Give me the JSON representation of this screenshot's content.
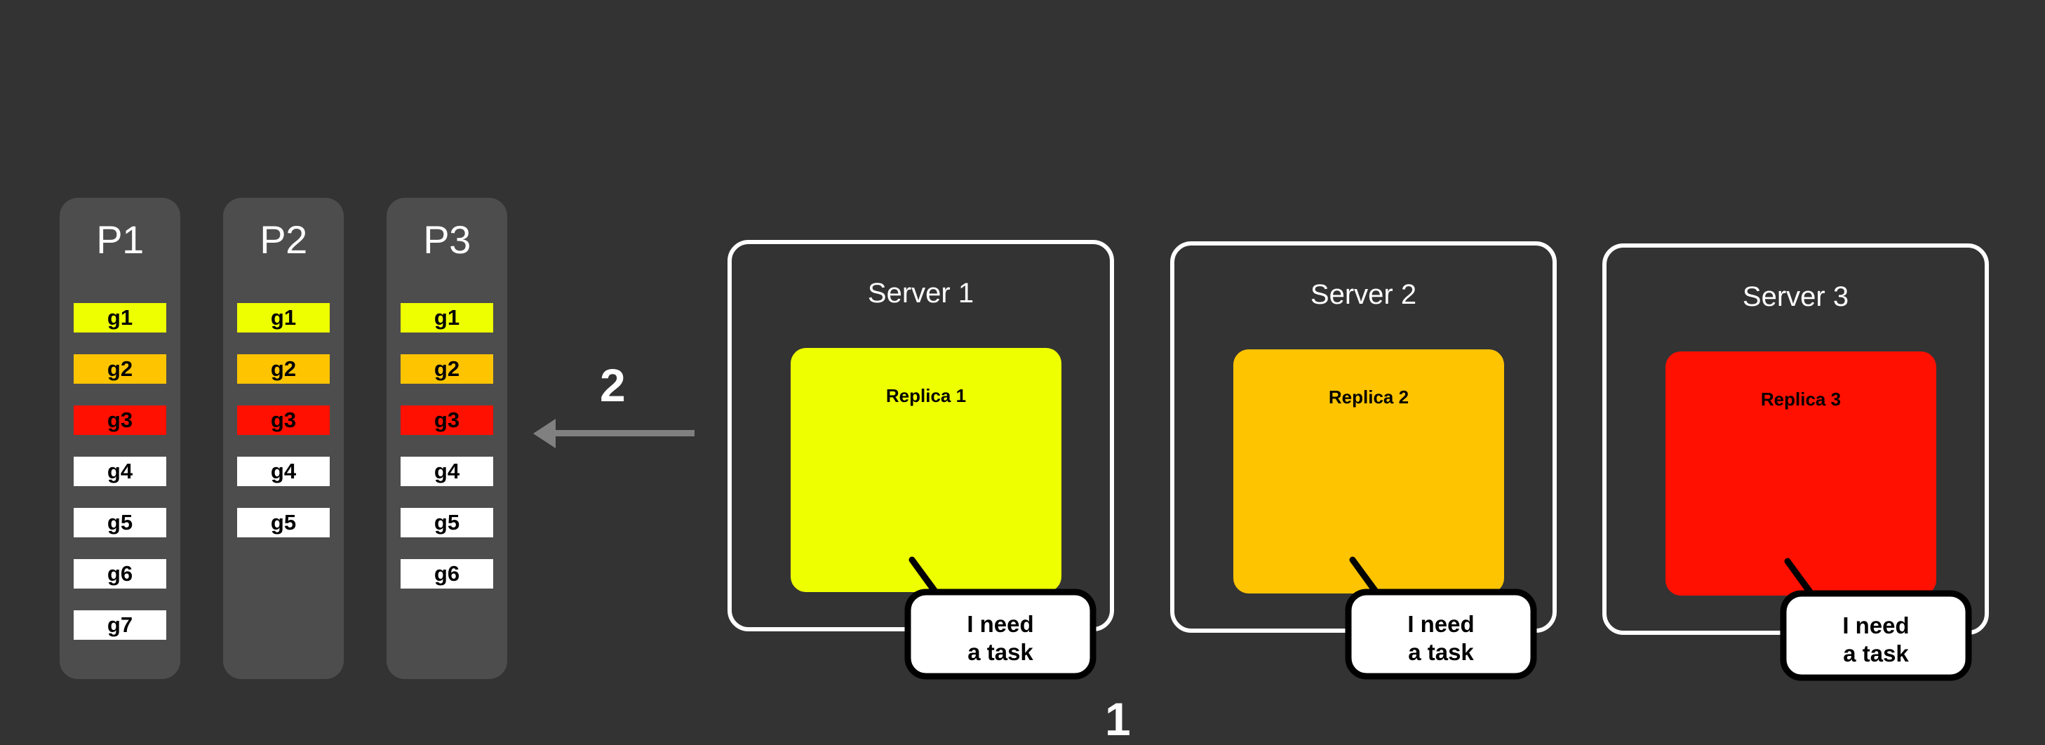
{
  "background_color": "#333333",
  "palette": {
    "column_bg": "#4D4D4D",
    "g1": "#EEFF00",
    "g2": "#FFC400",
    "g3": "#FF1000",
    "default_cell": "#FFFFFF",
    "arrow": "#808080",
    "server_border": "#FFFFFF",
    "text_light": "#FFFFFF",
    "text_dark": "#000000"
  },
  "partitions": [
    {
      "title": "P1",
      "groups": [
        {
          "label": "g1",
          "color": "#EEFF00"
        },
        {
          "label": "g2",
          "color": "#FFC400"
        },
        {
          "label": "g3",
          "color": "#FF1000"
        },
        {
          "label": "g4",
          "color": "#FFFFFF"
        },
        {
          "label": "g5",
          "color": "#FFFFFF"
        },
        {
          "label": "g6",
          "color": "#FFFFFF"
        },
        {
          "label": "g7",
          "color": "#FFFFFF"
        }
      ]
    },
    {
      "title": "P2",
      "groups": [
        {
          "label": "g1",
          "color": "#EEFF00"
        },
        {
          "label": "g2",
          "color": "#FFC400"
        },
        {
          "label": "g3",
          "color": "#FF1000"
        },
        {
          "label": "g4",
          "color": "#FFFFFF"
        },
        {
          "label": "g5",
          "color": "#FFFFFF"
        }
      ]
    },
    {
      "title": "P3",
      "groups": [
        {
          "label": "g1",
          "color": "#EEFF00"
        },
        {
          "label": "g2",
          "color": "#FFC400"
        },
        {
          "label": "g3",
          "color": "#FF1000"
        },
        {
          "label": "g4",
          "color": "#FFFFFF"
        },
        {
          "label": "g5",
          "color": "#FFFFFF"
        },
        {
          "label": "g6",
          "color": "#FFFFFF"
        }
      ]
    }
  ],
  "steps": {
    "assign_label": "2",
    "request_label": "1"
  },
  "arrow": {
    "direction": "left",
    "color": "#808080"
  },
  "servers": [
    {
      "title": "Server 1",
      "replica_label": "Replica 1",
      "replica_color": "#EEFF00",
      "bubble_line1": "I need",
      "bubble_line2": "a task"
    },
    {
      "title": "Server 2",
      "replica_label": "Replica 2",
      "replica_color": "#FFC400",
      "bubble_line1": "I need",
      "bubble_line2": "a task"
    },
    {
      "title": "Server 3",
      "replica_label": "Replica 3",
      "replica_color": "#FF1000",
      "bubble_line1": "I need",
      "bubble_line2": "a task"
    }
  ]
}
